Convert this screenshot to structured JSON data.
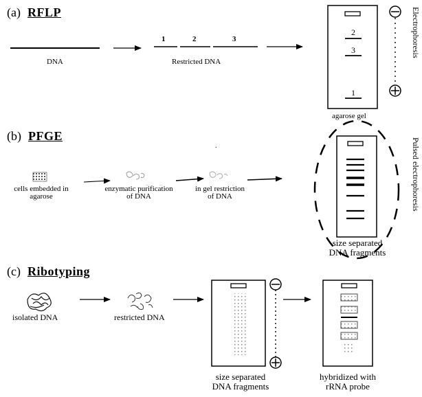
{
  "sections": {
    "a": {
      "tag": "(a)",
      "title": "RFLP"
    },
    "b": {
      "tag": "(b)",
      "title": "PFGE"
    },
    "c": {
      "tag": "(c)",
      "title": "Ribotyping"
    }
  },
  "rflp": {
    "dna_label": "DNA",
    "restricted_label": "Restricted DNA",
    "fragment_numbers": [
      "1",
      "2",
      "3"
    ],
    "gel_band_numbers": [
      "2",
      "3",
      "1"
    ],
    "gel_label": "agarose gel",
    "side_label": "Electrophoresis"
  },
  "pfge": {
    "step1": "cells embedded in agarose",
    "step2": "enzymatic purification of DNA",
    "step3": "in gel restriction of DNA",
    "result": "size separated DNA fragments",
    "side_label": "Pulsed electrophoresis"
  },
  "ribotyping": {
    "step1": "isolated DNA",
    "step2": "restricted DNA",
    "step3": "size separated DNA fragments",
    "step4": "hybridized with rRNA probe"
  },
  "symbols": {
    "minus": "⊖",
    "plus": "⊕"
  }
}
